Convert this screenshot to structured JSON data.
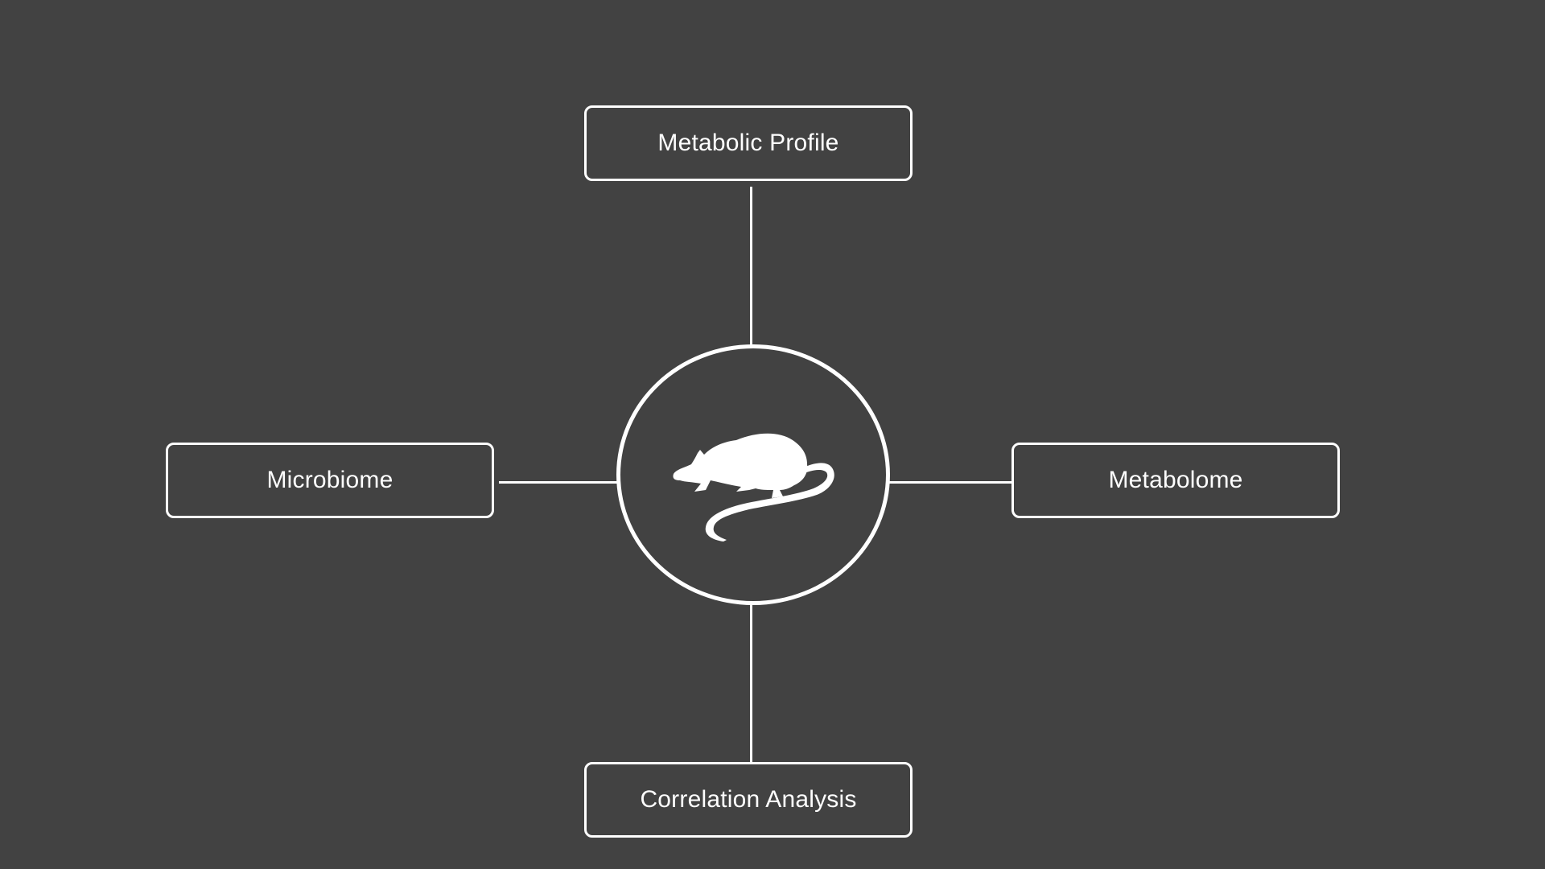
{
  "colors": {
    "background": "#424242",
    "stroke": "#ffffff",
    "text": "#ffffff"
  },
  "center": {
    "icon": "mouse-icon"
  },
  "nodes": {
    "top": {
      "label": "Metabolic Profile"
    },
    "left": {
      "label": "Microbiome"
    },
    "right": {
      "label": "Metabolome"
    },
    "bottom": {
      "label": "Correlation Analysis"
    }
  }
}
